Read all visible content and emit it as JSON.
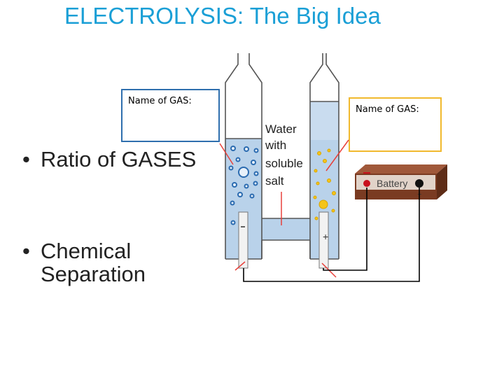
{
  "title": "ELECTROLYSIS: The Big Idea",
  "gas_labels": {
    "left": "Name of GAS:",
    "right": "Name of GAS:"
  },
  "bullets": [
    {
      "line1": "Ratio of GASES"
    },
    {
      "line1": "Chemical",
      "line2": "Separation"
    }
  ],
  "diagram": {
    "water_label": [
      "Water",
      "with",
      "soluble",
      "salt"
    ],
    "battery_label": "Battery",
    "minus_sign": "−",
    "plus_sign": "+",
    "colors": {
      "water": "#b9d2ea",
      "battery": "#7a3b22",
      "wire": "#000000",
      "pointer": "#e8403a",
      "cathode_bubbles": "#2b6bb0",
      "anode_bubbles": "#f5c419"
    }
  }
}
